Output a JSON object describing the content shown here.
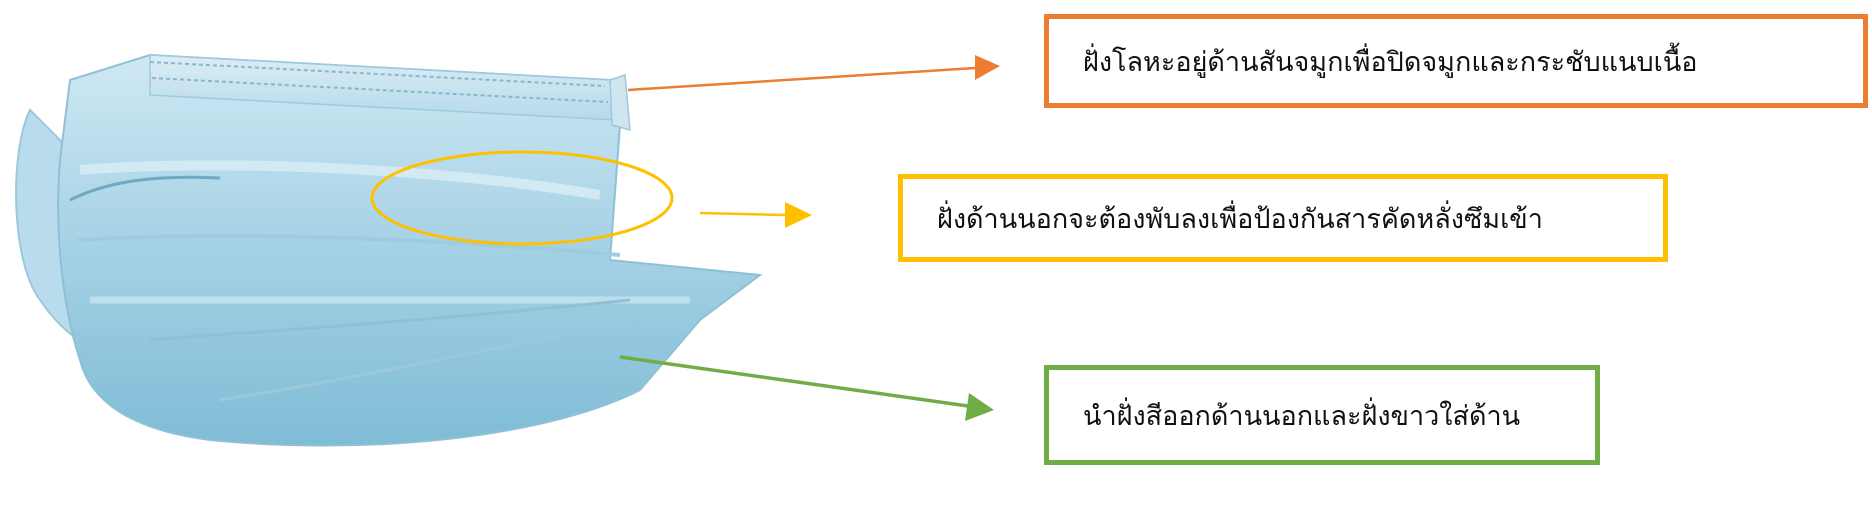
{
  "callouts": {
    "top": {
      "text": "ฝั่งโลหะอยู่ด้านสันจมูกเพื่อปิดจมูกและกระชับแนบเนื้อ",
      "color": "#ED7D31"
    },
    "middle": {
      "text": "ฝั่งด้านนอกจะต้องพับลงเพื่อป้องกันสารคัดหลั่งซึมเข้า",
      "color": "#FFC000"
    },
    "bottom": {
      "text": "นำฝั่งสีออกด้านนอกและฝั่งขาวใส่ด้าน",
      "color": "#70AD47"
    }
  },
  "mask": {
    "color": "#A9D3E6",
    "icon": "surgical-mask-image"
  }
}
